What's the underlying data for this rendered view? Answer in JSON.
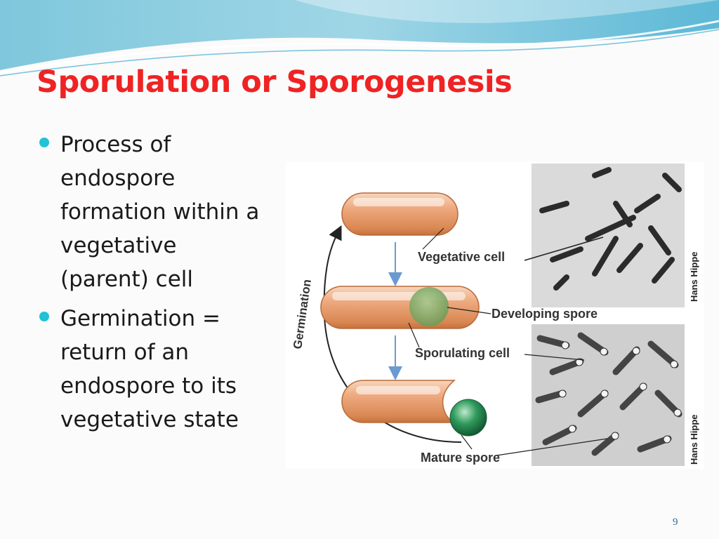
{
  "slide": {
    "title": "Sporulation or Sporogenesis",
    "bullets": [
      {
        "lines": [
          "Process of",
          "endospore",
          "formation within a",
          "vegetative",
          "(parent) cell"
        ]
      },
      {
        "lines": [
          "Germination =",
          "return of an",
          "endospore to its",
          "vegetative state"
        ]
      }
    ],
    "page_number": "9"
  },
  "figure": {
    "labels": {
      "vegetative_cell": "Vegetative cell",
      "developing_spore": "Developing spore",
      "sporulating_cell": "Sporulating cell",
      "mature_spore": "Mature spore",
      "germination": "Germination"
    },
    "credits": [
      "Hans Hippe",
      "Hans Hippe"
    ]
  },
  "colors": {
    "title": "#ef2323",
    "bullet": "#22c2d6",
    "cell": "#e9a278",
    "spore": "#2f8a52",
    "arrow": "#6a9bd0"
  }
}
